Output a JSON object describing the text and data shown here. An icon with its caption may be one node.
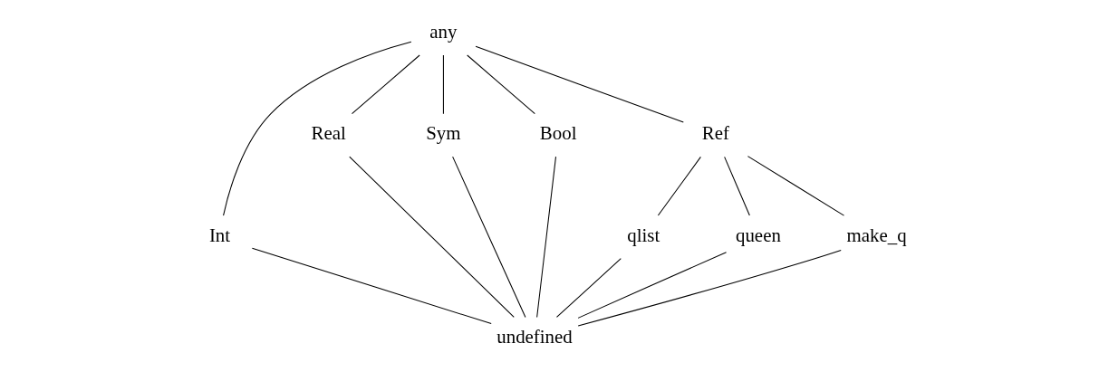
{
  "diagram": {
    "nodes": [
      {
        "text": [
          "any"
        ]
      },
      {
        "text": [
          "Int"
        ]
      },
      {
        "text": [
          "Real"
        ]
      },
      {
        "text": [
          "Sym"
        ]
      },
      {
        "text": [
          "Bool"
        ]
      },
      {
        "text": [
          "Ref"
        ]
      },
      {
        "text": [
          "qlist"
        ]
      },
      {
        "text": [
          "queen"
        ]
      },
      {
        "text": [
          "make_q"
        ]
      },
      {
        "text": [
          "undefined"
        ]
      }
    ],
    "edges": [
      {
        "from": 0,
        "to": 1,
        "arrow": "none"
      },
      {
        "from": 0,
        "to": 2,
        "arrow": "none"
      },
      {
        "from": 0,
        "to": 3,
        "arrow": "none"
      },
      {
        "from": 0,
        "to": 4,
        "arrow": "none"
      },
      {
        "from": 0,
        "to": 5,
        "arrow": "none"
      },
      {
        "from": 5,
        "to": 6,
        "arrow": "none"
      },
      {
        "from": 5,
        "to": 7,
        "arrow": "none"
      },
      {
        "from": 5,
        "to": 8,
        "arrow": "none"
      },
      {
        "from": 1,
        "to": 9,
        "arrow": "none"
      },
      {
        "from": 2,
        "to": 9,
        "arrow": "none"
      },
      {
        "from": 3,
        "to": 9,
        "arrow": "none"
      },
      {
        "from": 4,
        "to": 9,
        "arrow": "none"
      },
      {
        "from": 6,
        "to": 9,
        "arrow": "none"
      },
      {
        "from": 7,
        "to": 9,
        "arrow": "none"
      },
      {
        "from": 8,
        "to": 9,
        "arrow": "none"
      }
    ]
  }
}
